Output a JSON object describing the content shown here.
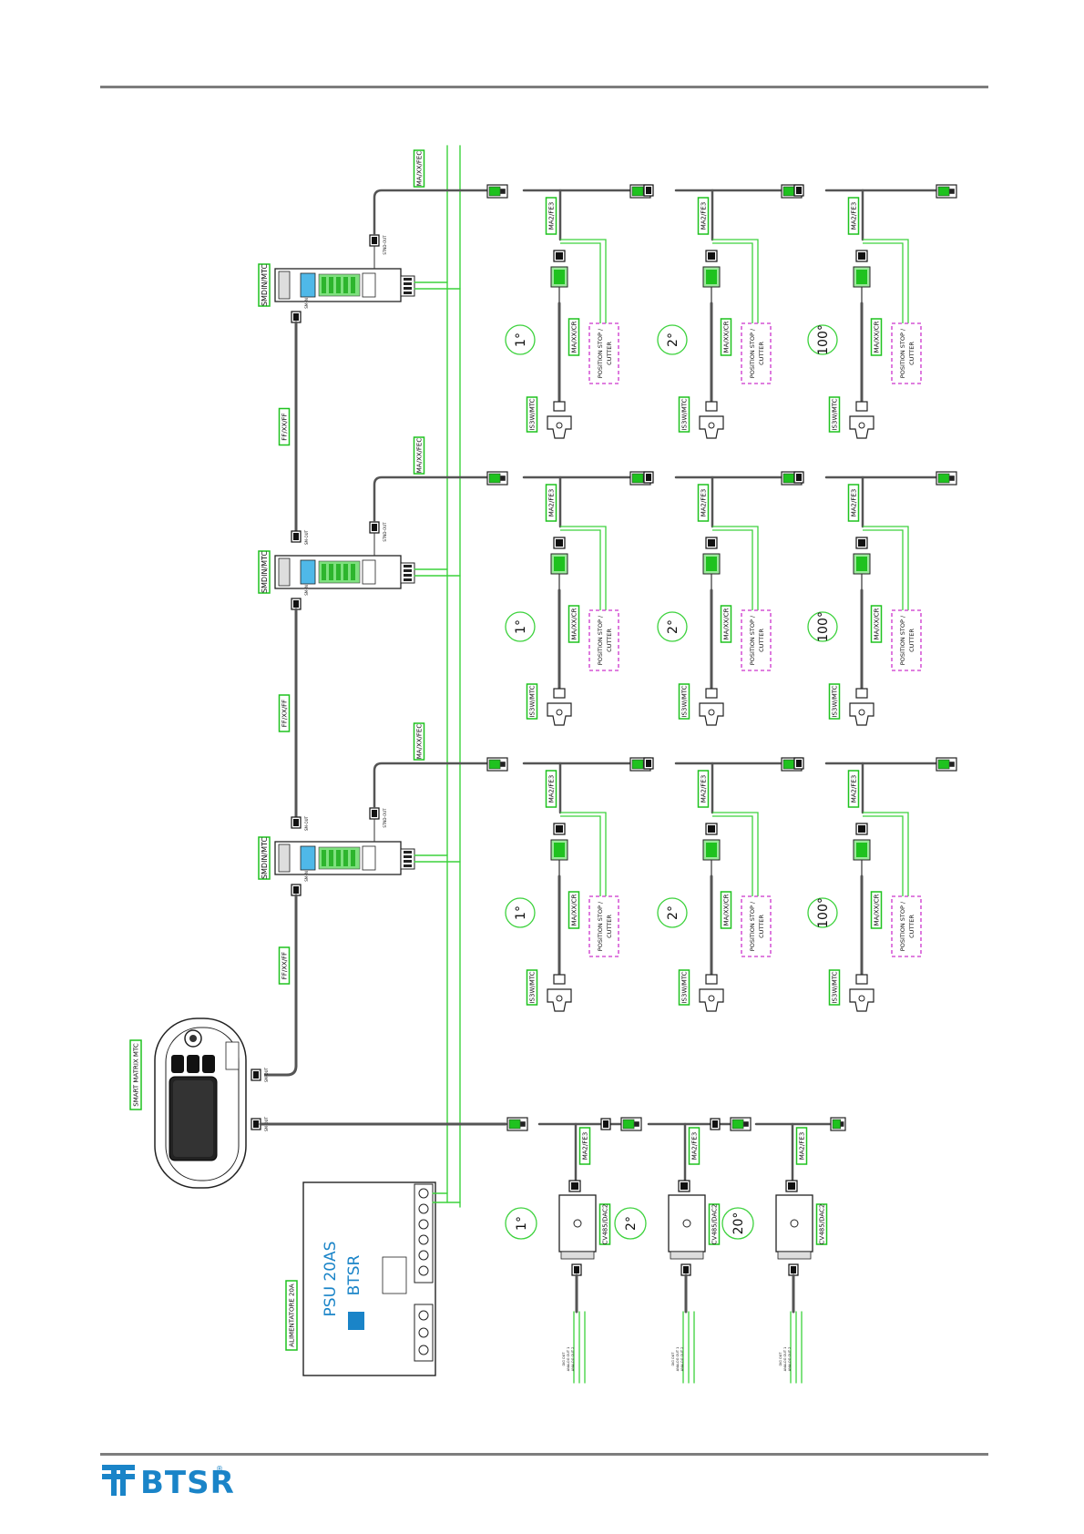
{
  "colors": {
    "wire_green": "#3cd23c",
    "box_green": "#1fc21f",
    "dash_magenta": "#cc33cc",
    "brand_blue": "#1a84c8",
    "cable_grey": "#555555"
  },
  "labels": {
    "smart_matrix": "SMART MATRIX MTC",
    "smart_word": "SMART",
    "psu_title": "ALIMENTATORE 20A",
    "psu_model": "PSU 20AS",
    "btsr": "BTSR",
    "smdin": "SMDIN/MTC",
    "ff": "FF/XX/FF",
    "ma_fec": "MA/XX/FEC",
    "ma2": "MA2/FE3",
    "macr": "MA/XX/CR",
    "is3w": "IS3W/MTC",
    "pos_stop_1": "POSITION STOP /",
    "pos_stop_2": "CUTTER",
    "cv485": "CV485/DAC2",
    "sm_out": "SM-OUT",
    "sm_in": "SM-IN",
    "stnd_out": "STND-OUT",
    "dig_out": "DIG OUT",
    "analog_out_1": "ANALOG OUT 1",
    "analog_out_2": "ANALOG OUT 2"
  },
  "rows": [
    {
      "feeders": [
        "1°",
        "2°",
        "100°"
      ]
    },
    {
      "feeders": [
        "1°",
        "2°",
        "100°"
      ]
    },
    {
      "feeders": [
        "1°",
        "2°",
        "100°"
      ]
    }
  ],
  "dac_units": [
    "1°",
    "2°",
    "20°"
  ],
  "footer": {
    "brand": "BTSR"
  }
}
